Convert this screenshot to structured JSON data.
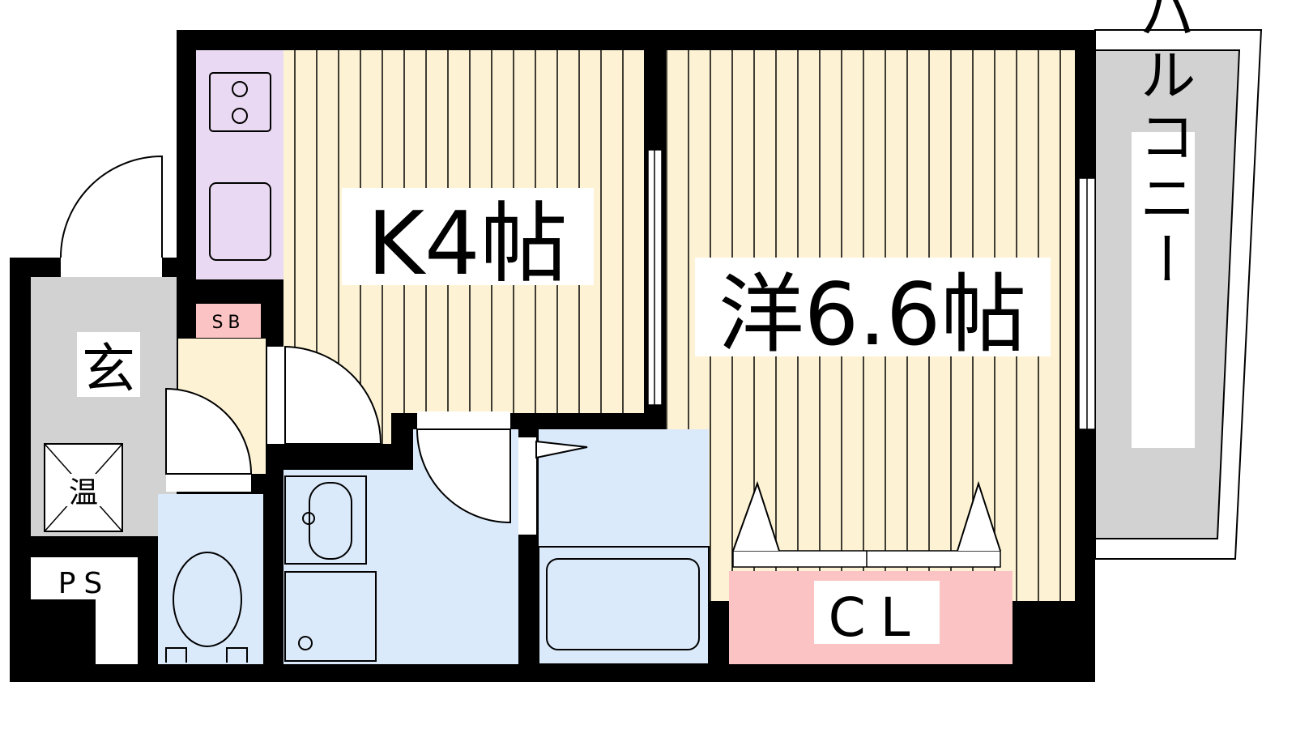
{
  "rooms": {
    "kitchen": "K4帖",
    "western": "洋6.6帖",
    "balcony": "バルコニー",
    "entrance": "玄",
    "water_heater": "温",
    "pipe_space": "PS",
    "shoe_box": "SB",
    "closet": "CL"
  },
  "colors": {
    "wall": "#000000",
    "floor": "#fdf3d4",
    "kitchen_counter": "#ead9f2",
    "entrance": "#d2d2d2",
    "wet_area": "#dbeafb",
    "closet": "#fbc3c3",
    "balcony": "#d2d2d2"
  }
}
